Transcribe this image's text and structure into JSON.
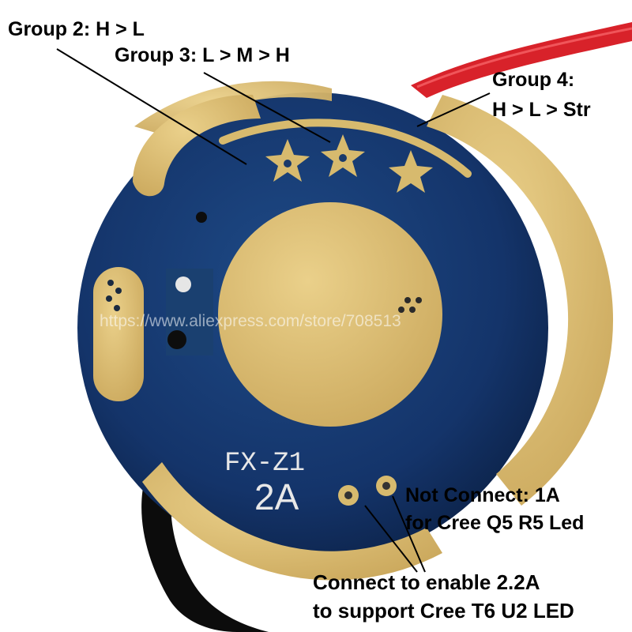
{
  "labels": {
    "group2": "Group 2: H > L",
    "group3": "Group 3: L > M > H",
    "group4_line1": "Group 4:",
    "group4_line2": "H > L > Str",
    "not_connect_line1": "Not Connect: 1A",
    "not_connect_line2": "for Cree Q5 R5 Led",
    "connect_line1": "Connect to enable 2.2A",
    "connect_line2": "to support Cree T6 U2 LED"
  },
  "board": {
    "model": "FX-Z1",
    "current": "2A"
  },
  "watermark": "https://www.aliexpress.com/store/708513",
  "colors": {
    "pcb_blue": "#12305e",
    "gold_pad": "#d7ba6e",
    "wire_red": "#d8222a",
    "wire_black": "#0c0c0c"
  }
}
